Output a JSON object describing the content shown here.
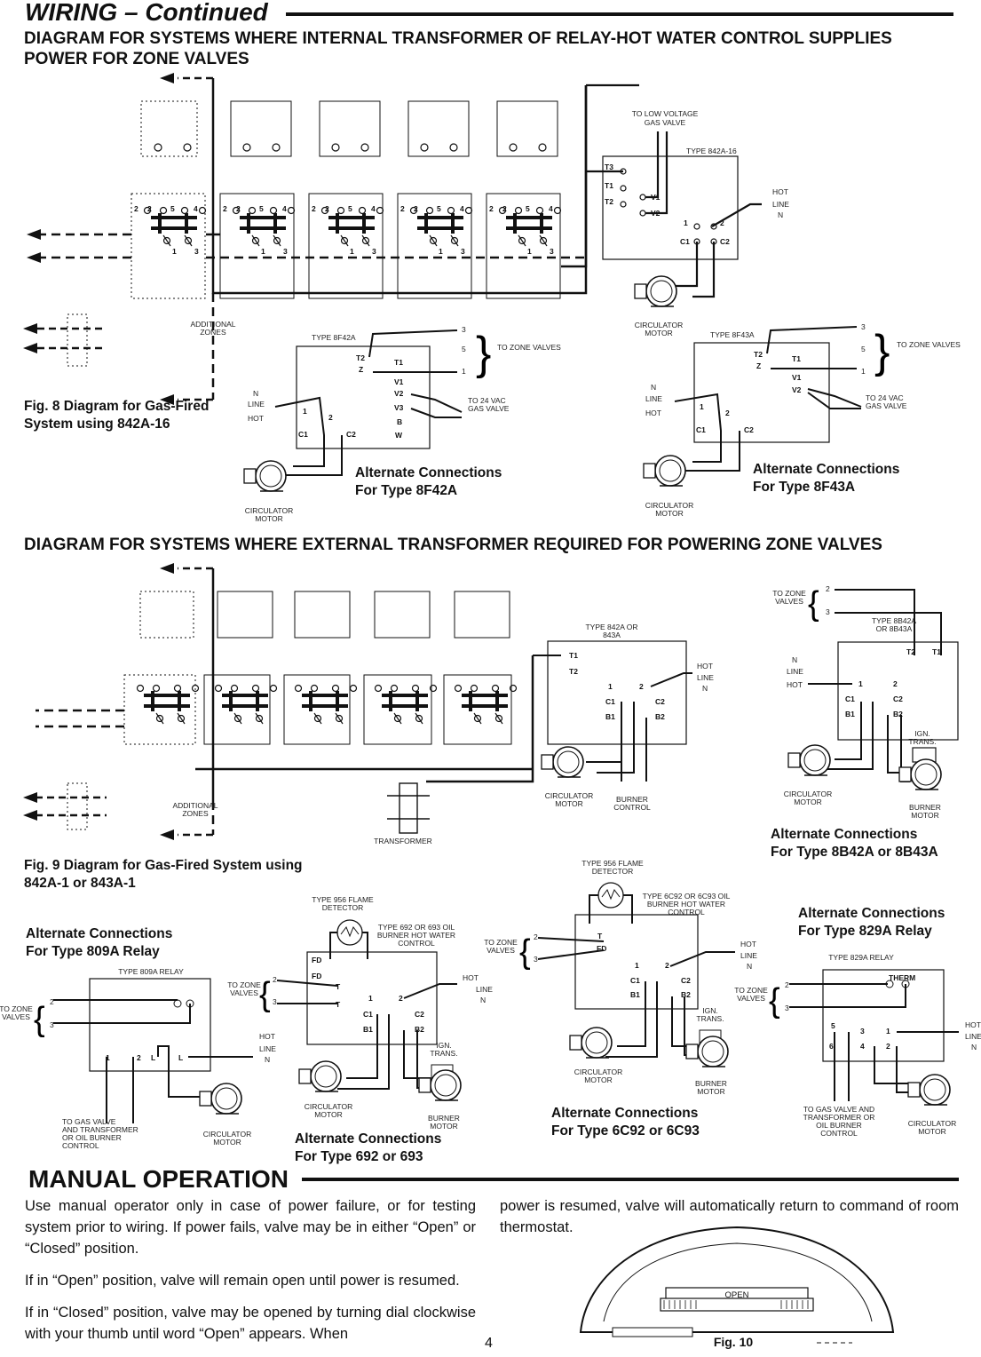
{
  "header": {
    "title": "WIRING – Continued",
    "subtitle1": "DIAGRAM FOR SYSTEMS WHERE INTERNAL TRANSFORMER OF RELAY-HOT WATER CONTROL SUPPLIES POWER FOR ZONE VALVES",
    "subtitle2": "DIAGRAM FOR SYSTEMS WHERE EXTERNAL TRANSFORMER REQUIRED FOR POWERING ZONE VALVES"
  },
  "fig8": {
    "caption_line1": "Fig. 8 Diagram for Gas-Fired",
    "caption_line2": "System using 842A-16",
    "relay_type": "TYPE 842A-16",
    "to_low_voltage_line1": "TO LOW VOLTAGE",
    "to_low_voltage_line2": "GAS VALVE",
    "additional_zones_line1": "ADDITIONAL",
    "additional_zones_line2": "ZONES",
    "circulator_line1": "CIRCULATOR",
    "circulator_line2": "MOTOR",
    "alt_8f42a_type": "TYPE 8F42A",
    "alt_8f42a_caption_line1": "Alternate Connections",
    "alt_8f42a_caption_line2": "For Type 8F42A",
    "alt_8f43a_type": "TYPE 8F43A",
    "alt_8f43a_caption_line1": "Alternate Connections",
    "alt_8f43a_caption_line2": "For Type 8F43A",
    "to_zone_valves": "TO ZONE VALVES",
    "to_24vac_line1": "TO 24 VAC",
    "to_24vac_line2": "GAS VALVE"
  },
  "fig9": {
    "caption_line1": "Fig. 9 Diagram for Gas-Fired System using",
    "caption_line2": "842A-1 or 843A-1",
    "relay_type_line1": "TYPE 842A OR",
    "relay_type_line2": "843A",
    "transformer": "TRANSFORMER",
    "burner_control_line1": "BURNER",
    "burner_control_line2": "CONTROL",
    "alt_8b42a_type_line1": "TYPE 8B42A",
    "alt_8b42a_type_line2": "OR 8B43A",
    "alt_8b42a_caption_line1": "Alternate Connections",
    "alt_8b42a_caption_line2": "For Type 8B42A or 8B43A",
    "ign_trans_line1": "IGN.",
    "ign_trans_line2": "TRANS.",
    "burner_motor_line1": "BURNER",
    "burner_motor_line2": "MOTOR"
  },
  "alt_809a": {
    "caption_line1": "Alternate Connections",
    "caption_line2": "For Type 809A Relay",
    "type": "TYPE 809A RELAY",
    "to_gas_line1": "TO GAS VALVE",
    "to_gas_line2": "AND TRANSFORMER",
    "to_gas_line3": "OR OIL BURNER",
    "to_gas_line4": "CONTROL"
  },
  "alt_692": {
    "caption_line1": "Alternate Connections",
    "caption_line2": "For Type 692 or 693",
    "flame_line1": "TYPE 956 FLAME",
    "flame_line2": "DETECTOR",
    "type_line1": "TYPE 692 OR 693 OIL",
    "type_line2": "BURNER HOT WATER",
    "type_line3": "CONTROL"
  },
  "alt_6c92": {
    "caption_line1": "Alternate Connections",
    "caption_line2": "For Type 6C92 or 6C93",
    "type_line1": "TYPE 6C92 OR 6C93 OIL",
    "type_line2": "BURNER HOT WATER",
    "type_line3": "CONTROL"
  },
  "alt_829a": {
    "caption_line1": "Alternate Connections",
    "caption_line2": "For Type 829A Relay",
    "type": "TYPE 829A RELAY",
    "therm": "THERM",
    "to_gas_line1": "TO GAS VALVE AND",
    "to_gas_line2": "TRANSFORMER OR",
    "to_gas_line3": "OIL BURNER",
    "to_gas_line4": "CONTROL"
  },
  "terminals": {
    "hot": "HOT",
    "line": "LINE",
    "n": "N",
    "to_zone_line1": "TO ZONE",
    "to_zone_line2": "VALVES",
    "c1": "C1",
    "c2": "C2",
    "b1": "B1",
    "b2": "B2",
    "t1": "T1",
    "t2": "T2",
    "t3": "T3",
    "v1": "V1",
    "v2": "V2",
    "v3": "V3",
    "b": "B",
    "w": "W",
    "z": "Z",
    "fd": "FD",
    "t": "T",
    "l": "L",
    "one": "1",
    "two": "2",
    "three": "3",
    "four": "4",
    "five": "5",
    "six": "6"
  },
  "manual": {
    "title": "MANUAL OPERATION",
    "p1": "Use manual operator only in case of power failure, or for testing system prior to wiring. If power fails, valve may be in either “Open” or “Closed” position.",
    "p2": "If in “Open” position, valve will remain open until power is resumed.",
    "p3": "If in “Closed” position, valve may be opened by turning dial clockwise with your thumb until word “Open” appears. When",
    "p4": "power is resumed, valve will automatically return to command of room thermostat.",
    "dial_label": "OPEN",
    "fig_caption": "Fig. 10"
  },
  "page_number": "4"
}
